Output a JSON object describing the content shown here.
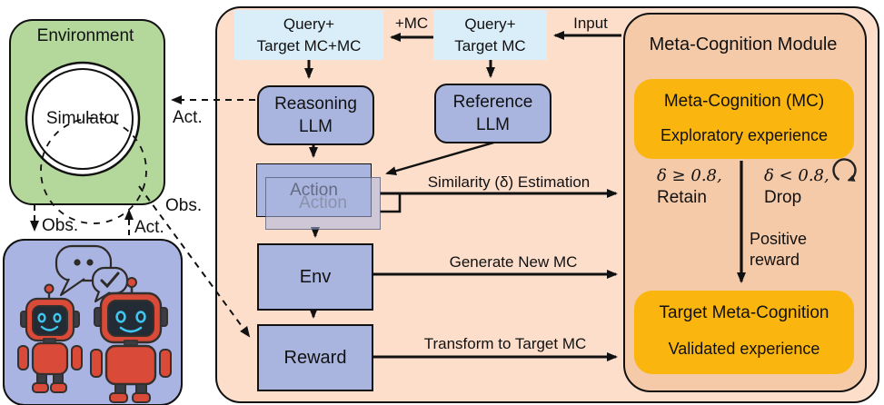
{
  "colors": {
    "outer_bg": "#fcdecb",
    "module_bg": "#f5caa8",
    "orange_box": "#fbb50f",
    "light_blue_box": "#d9eef9",
    "blue_node": "#a9b5df",
    "environment_green": "#b4d79c",
    "robots_bg": "#aab4e2",
    "line": "#111111"
  },
  "environment": {
    "title": "Environment",
    "simulator_label": "Simulator"
  },
  "edge_labels": {
    "act_sim": "Act.",
    "obs_diag": "Obs.",
    "obs_down": "Obs.",
    "act_up": "Act."
  },
  "top_row": {
    "merged_box_line1": "Query+",
    "merged_box_line2": "Target MC+MC",
    "plus_mc_label": "+MC",
    "query_box_line1": "Query+",
    "query_box_line2": "Target MC",
    "input_label": "Input"
  },
  "nodes": {
    "reasoning_line1": "Reasoning",
    "reasoning_line2": "LLM",
    "reference_line1": "Reference",
    "reference_line2": "LLM",
    "action_back": "Action",
    "action_front": "Action",
    "env": "Env",
    "reward": "Reward"
  },
  "flow_labels": {
    "similarity": "Similarity (δ) Estimation",
    "generate": "Generate New MC",
    "transform": "Transform to Target MC"
  },
  "module": {
    "title": "Meta-Cognition Module",
    "mc_title": "Meta-Cognition (MC)",
    "mc_subtitle": "Exploratory experience",
    "retain_cond": "δ ≥ 0.8,",
    "retain_action": "Retain",
    "drop_cond": "δ < 0.8,",
    "drop_action": "Drop",
    "positive_line1": "Positive",
    "positive_line2": "reward",
    "target_title": "Target Meta-Cognition",
    "target_subtitle": "Validated experience"
  }
}
